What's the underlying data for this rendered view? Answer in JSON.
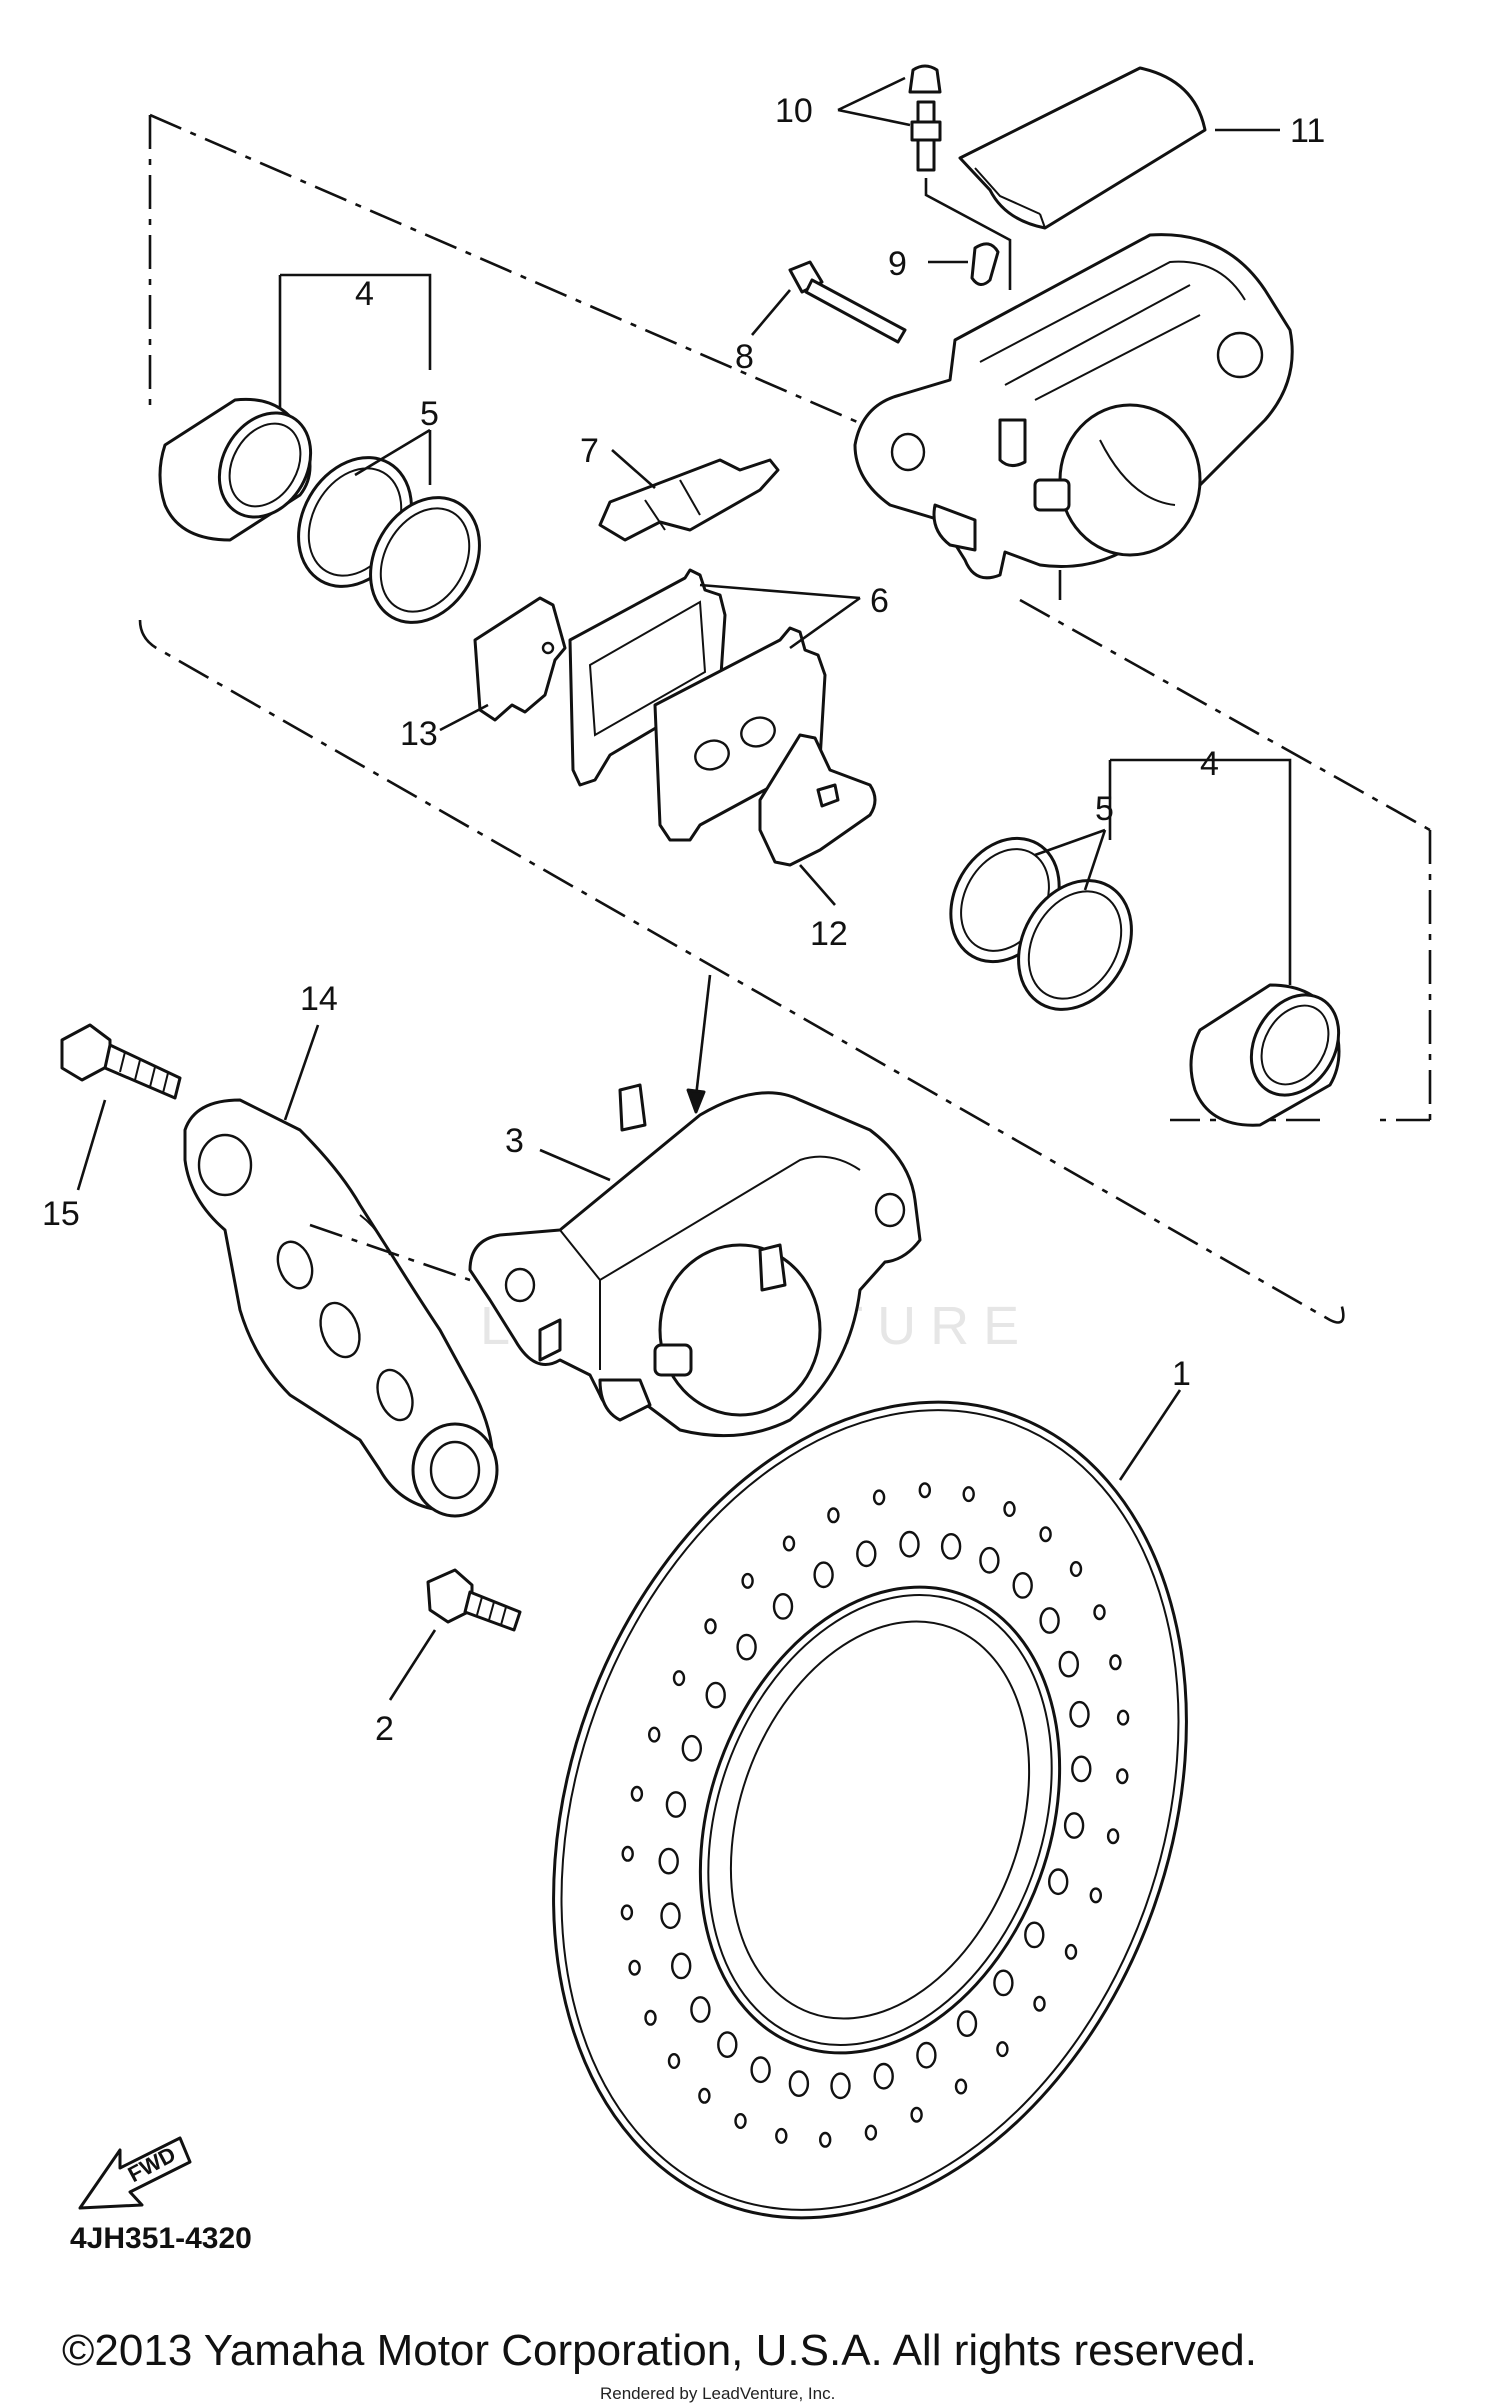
{
  "diagram": {
    "labels": {
      "p1": "1",
      "p2": "2",
      "p3": "3",
      "p4a": "4",
      "p4b": "4",
      "p5a": "5",
      "p5b": "5",
      "p6": "6",
      "p7": "7",
      "p8": "8",
      "p9": "9",
      "p10": "10",
      "p11": "11",
      "p12": "12",
      "p13": "13",
      "p14": "14",
      "p15": "15",
      "fwd": "FWD"
    },
    "diagram_code": "4JH351-4320"
  },
  "footer": {
    "copyright": "©2013 Yamaha Motor Corporation, U.S.A. All rights reserved.",
    "rendered_by": "Rendered by LeadVenture, Inc."
  },
  "watermark": {
    "text": "LEADVENTURE"
  }
}
